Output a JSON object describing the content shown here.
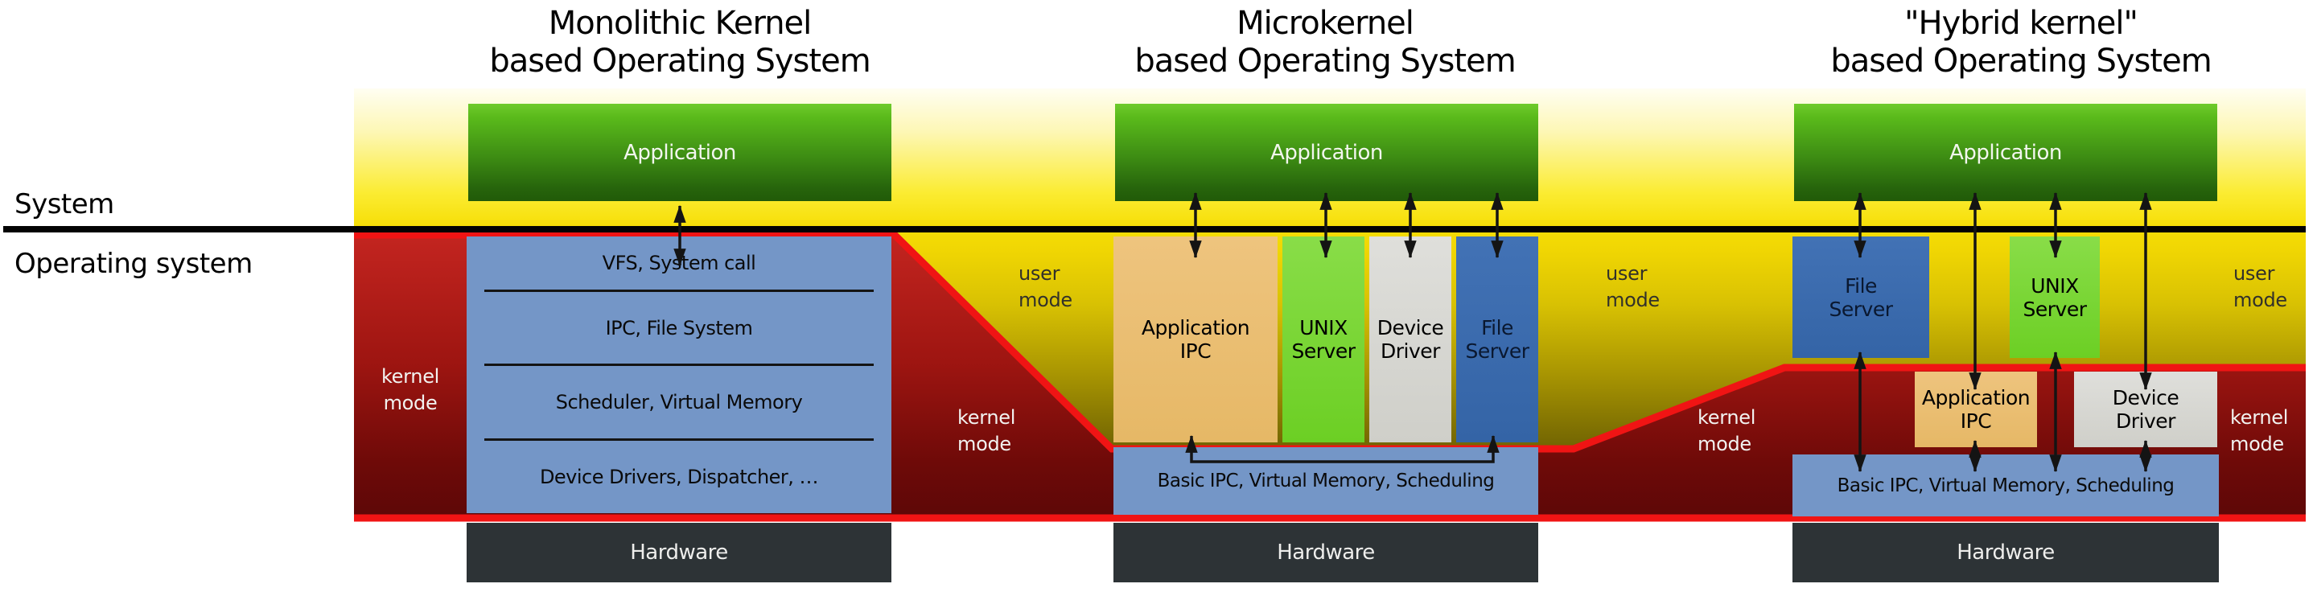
{
  "labels": {
    "system": "System",
    "operating_system": "Operating system"
  },
  "modes": {
    "user": "user",
    "kernel": "kernel",
    "mode": "mode"
  },
  "columns": [
    {
      "title_line1": "Monolithic Kernel",
      "title_line2": "based Operating System",
      "application": "Application",
      "kernel_rows": [
        "VFS, System call",
        "IPC, File System",
        "Scheduler, Virtual Memory",
        "Device Drivers, Dispatcher, …"
      ],
      "hardware": "Hardware"
    },
    {
      "title_line1": "Microkernel",
      "title_line2": "based Operating System",
      "application": "Application",
      "servers": {
        "application_ipc": "Application IPC",
        "unix_server": "UNIX Server",
        "device_driver": "Device Driver",
        "file_server": "File Server"
      },
      "kernel_strip": "Basic IPC, Virtual Memory, Scheduling",
      "hardware": "Hardware"
    },
    {
      "title_line1": "\"Hybrid kernel\"",
      "title_line2": "based Operating System",
      "application": "Application",
      "user_blocks": {
        "file_server": "File Server",
        "unix_server": "UNIX Server"
      },
      "kernel_blocks": {
        "application_ipc": "Application IPC",
        "device_driver": "Device Driver"
      },
      "kernel_strip": "Basic IPC, Virtual Memory, Scheduling",
      "hardware": "Hardware"
    }
  ],
  "colors": {
    "user_mode_yellow": "#f6de06",
    "kernel_red_fill_top": "#c42520",
    "kernel_red_fill_bottom": "#5c0707",
    "kernel_red_border": "#f01414",
    "application_green": "#3d8c13",
    "kernel_blue": "#7496c7",
    "file_server_blue": "#3a6bb0",
    "unix_server_green": "#77d634",
    "application_ipc_tan": "#e9bc70",
    "device_driver_gray": "#d8d8d3",
    "hardware_dark": "#2d3336",
    "divider_black": "#030303"
  }
}
